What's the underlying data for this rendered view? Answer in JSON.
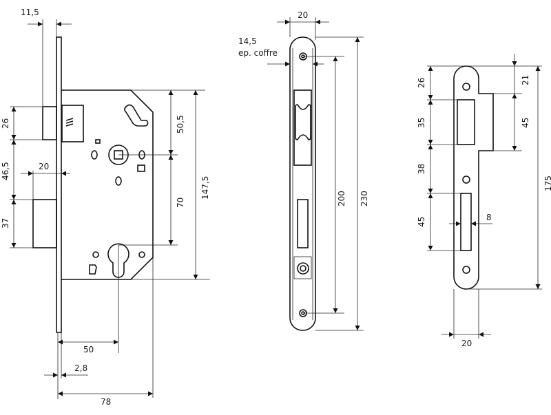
{
  "lock_body": {
    "dims": {
      "faceplate_thickness_offset": "11,5",
      "latch_height": "26",
      "latch_to_bolt": "46,5",
      "bolt_throw": "20",
      "bolt_height": "37",
      "spindle_from_top": "50,5",
      "center_distance": "70",
      "body_height": "147,5",
      "backset": "50",
      "faceplate_thickness": "2,8",
      "body_depth": "78"
    }
  },
  "faceplate": {
    "dims": {
      "width": "20",
      "case_thickness": "14,5",
      "case_thickness_note": "ep. coffre",
      "screw_spacing": "200",
      "length": "230"
    }
  },
  "strike_plate": {
    "dims": {
      "top_to_latch": "26",
      "latch_window": "35",
      "latch_to_bolt": "38",
      "bolt_slot": "45",
      "top_to_lip": "21",
      "lip_height": "45",
      "length": "175",
      "slot_width": "8",
      "width": "20"
    }
  }
}
